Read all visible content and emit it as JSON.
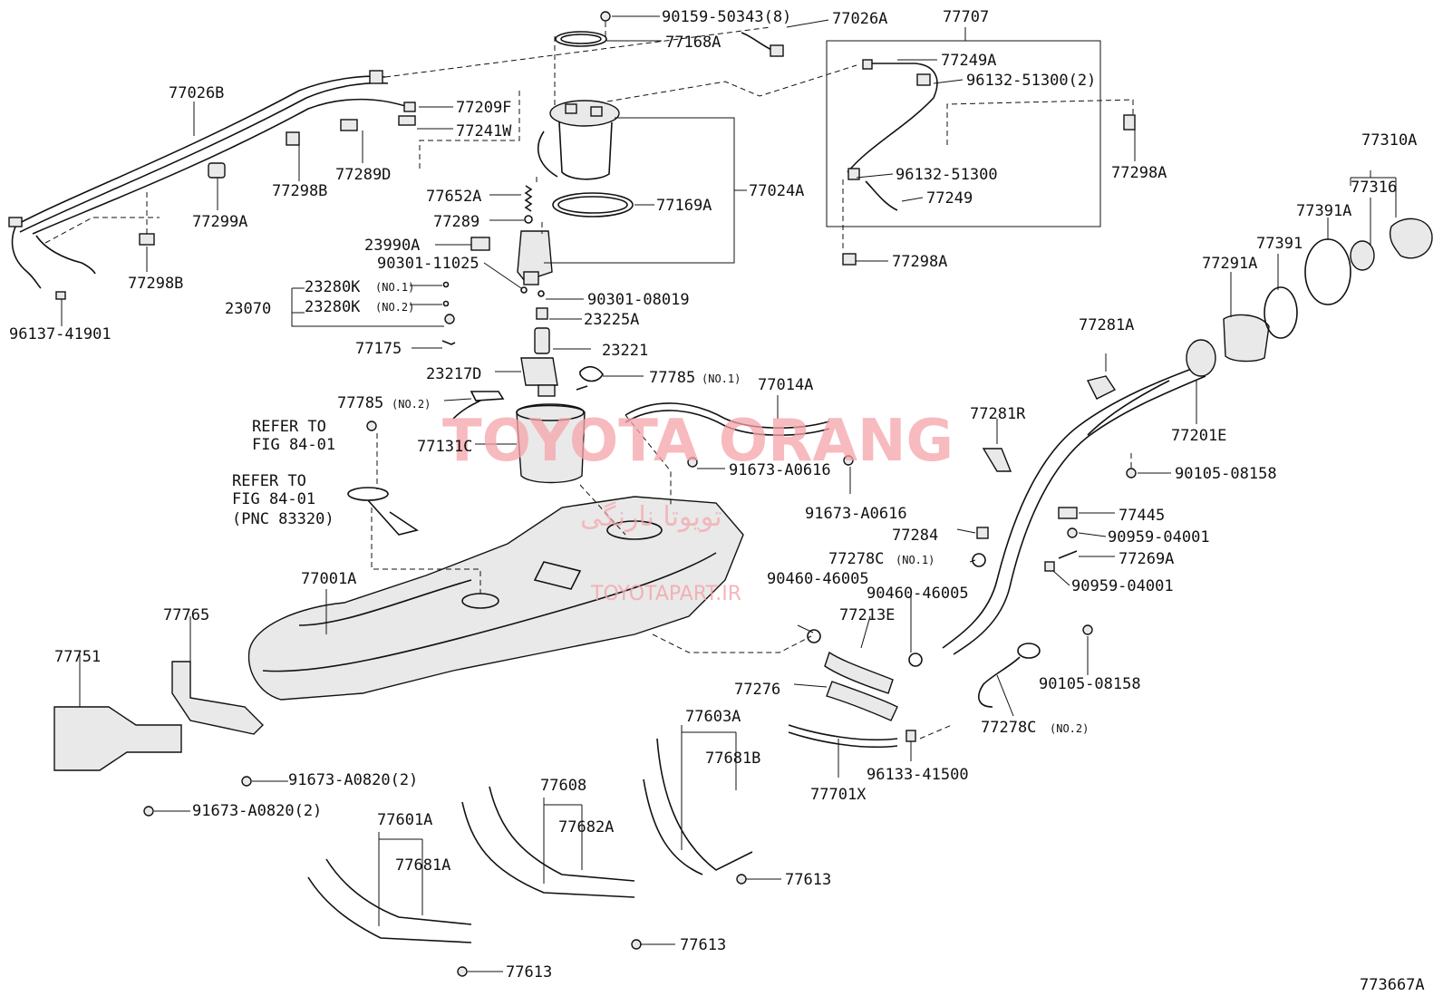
{
  "diagram": {
    "figure_code": "773667A",
    "watermark": {
      "brand": "TOYOTA ORANG",
      "persian": "تویوتا نارنگی",
      "url": "TOYOTAPART.IR"
    },
    "parts": [
      {
        "id": "p1",
        "label": "90159-50343(8)"
      },
      {
        "id": "p2",
        "label": "77026A"
      },
      {
        "id": "p3",
        "label": "77707"
      },
      {
        "id": "p4",
        "label": "77168A"
      },
      {
        "id": "p5",
        "label": "77249A"
      },
      {
        "id": "p6",
        "label": "96132-51300(2)"
      },
      {
        "id": "p7",
        "label": "77026B"
      },
      {
        "id": "p8",
        "label": "77209F"
      },
      {
        "id": "p9",
        "label": "77241W"
      },
      {
        "id": "p10",
        "label": "96132-51300"
      },
      {
        "id": "p11",
        "label": "77249"
      },
      {
        "id": "p12",
        "label": "77298A"
      },
      {
        "id": "p13",
        "label": "77298B"
      },
      {
        "id": "p14",
        "label": "77289D"
      },
      {
        "id": "p15",
        "label": "77310A"
      },
      {
        "id": "p16",
        "label": "77299A"
      },
      {
        "id": "p17",
        "label": "77652A"
      },
      {
        "id": "p18",
        "label": "77024A"
      },
      {
        "id": "p19",
        "label": "77316"
      },
      {
        "id": "p20",
        "label": "77289"
      },
      {
        "id": "p21",
        "label": "77169A"
      },
      {
        "id": "p22",
        "label": "77391A"
      },
      {
        "id": "p23",
        "label": "77298B"
      },
      {
        "id": "p24",
        "label": "23990A"
      },
      {
        "id": "p25",
        "label": "77298A"
      },
      {
        "id": "p26",
        "label": "77391"
      },
      {
        "id": "p27",
        "label": "90301-11025"
      },
      {
        "id": "p28",
        "label": "77291A"
      },
      {
        "id": "p29",
        "label": "23280K"
      },
      {
        "id": "p30",
        "label": "23070"
      },
      {
        "id": "p31",
        "label": "23280K"
      },
      {
        "id": "p32",
        "label": "90301-08019"
      },
      {
        "id": "p33",
        "label": "96137-41901"
      },
      {
        "id": "p34",
        "label": "23225A"
      },
      {
        "id": "p35",
        "label": "77281A"
      },
      {
        "id": "p36",
        "label": "77175"
      },
      {
        "id": "p37",
        "label": "23221"
      },
      {
        "id": "p38",
        "label": "23217D"
      },
      {
        "id": "p39",
        "label": "77785"
      },
      {
        "id": "p40",
        "label": "77014A"
      },
      {
        "id": "p41",
        "label": "77785"
      },
      {
        "id": "p42",
        "label": "77201E"
      },
      {
        "id": "p43",
        "label": "77281R"
      },
      {
        "id": "p44",
        "label": "REFER TO"
      },
      {
        "id": "p45",
        "label": "FIG 84-01"
      },
      {
        "id": "p46",
        "label": "77131C"
      },
      {
        "id": "p47",
        "label": "91673-A0616"
      },
      {
        "id": "p48",
        "label": "90105-08158"
      },
      {
        "id": "p49",
        "label": "REFER TO"
      },
      {
        "id": "p50",
        "label": "FIG 84-01"
      },
      {
        "id": "p51",
        "label": "(PNC 83320)"
      },
      {
        "id": "p52",
        "label": "91673-A0616"
      },
      {
        "id": "p53",
        "label": "77445"
      },
      {
        "id": "p54",
        "label": "77284"
      },
      {
        "id": "p55",
        "label": "90959-04001"
      },
      {
        "id": "p56",
        "label": "77278C"
      },
      {
        "id": "p57",
        "label": "77269A"
      },
      {
        "id": "p58",
        "label": "90460-46005"
      },
      {
        "id": "p59",
        "label": "90959-04001"
      },
      {
        "id": "p60",
        "label": "77001A"
      },
      {
        "id": "p61",
        "label": "90460-46005"
      },
      {
        "id": "p62",
        "label": "77213E"
      },
      {
        "id": "p63",
        "label": "77765"
      },
      {
        "id": "p64",
        "label": "77751"
      },
      {
        "id": "p65",
        "label": "90105-08158"
      },
      {
        "id": "p66",
        "label": "77276"
      },
      {
        "id": "p67",
        "label": "77278C"
      },
      {
        "id": "p68",
        "label": "77603A"
      },
      {
        "id": "p69",
        "label": "77681B"
      },
      {
        "id": "p70",
        "label": "96133-41500"
      },
      {
        "id": "p71",
        "label": "91673-A0820(2)"
      },
      {
        "id": "p72",
        "label": "77701X"
      },
      {
        "id": "p73",
        "label": "77608"
      },
      {
        "id": "p74",
        "label": "91673-A0820(2)"
      },
      {
        "id": "p75",
        "label": "77682A"
      },
      {
        "id": "p76",
        "label": "77601A"
      },
      {
        "id": "p77",
        "label": "77613"
      },
      {
        "id": "p78",
        "label": "77681A"
      },
      {
        "id": "p79",
        "label": "77613"
      },
      {
        "id": "p80",
        "label": "77613"
      }
    ],
    "suffixes": [
      {
        "id": "s1",
        "label": "(NO.1)"
      },
      {
        "id": "s2",
        "label": "(NO.2)"
      },
      {
        "id": "s3",
        "label": "(NO.1)"
      },
      {
        "id": "s4",
        "label": "(NO.2)"
      },
      {
        "id": "s5",
        "label": "(NO.1)"
      },
      {
        "id": "s6",
        "label": "(NO.2)"
      }
    ]
  }
}
